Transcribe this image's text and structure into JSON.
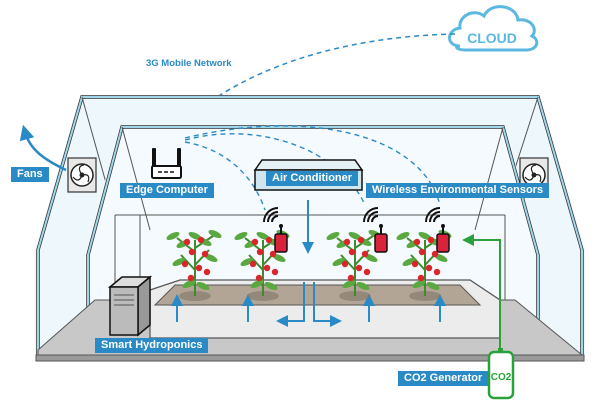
{
  "diagram": {
    "title_cutoff": "",
    "cloud": {
      "label": "CLOUD"
    },
    "network": {
      "label": "3G Mobile Network"
    },
    "labels": {
      "fans": "Fans",
      "edge_computer": "Edge Computer",
      "air_conditioner": "Air Conditioner",
      "wireless_sensors": "Wireless Environmental Sensors",
      "smart_hydroponics": "Smart Hydroponics",
      "co2_generator": "CO2 Generator",
      "co2_tank": "CO2"
    },
    "plants_count": 4,
    "sensors_count": 3,
    "colors": {
      "accent_blue": "#2a8ac6",
      "glass_blue": "#9fd6ea",
      "co2_green": "#2aa13a",
      "sensor_red": "#d9223c",
      "floor_gray": "#c8c8c8"
    }
  }
}
